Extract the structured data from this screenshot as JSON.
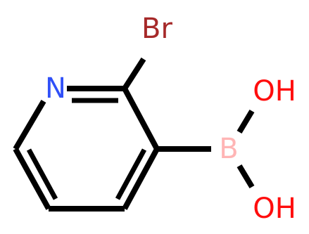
{
  "atoms": {
    "nitrogen": {
      "label": "N",
      "color": "#3050F8"
    },
    "bromine": {
      "label": "Br",
      "color": "#A62929"
    },
    "boron": {
      "label": "B",
      "color": "#FFB5B5"
    },
    "hydroxyl_top": {
      "label": "OH",
      "color": "#FF0D0D"
    },
    "hydroxyl_bottom": {
      "label": "OH",
      "color": "#FF0D0D"
    }
  },
  "bond_color": "#000000"
}
